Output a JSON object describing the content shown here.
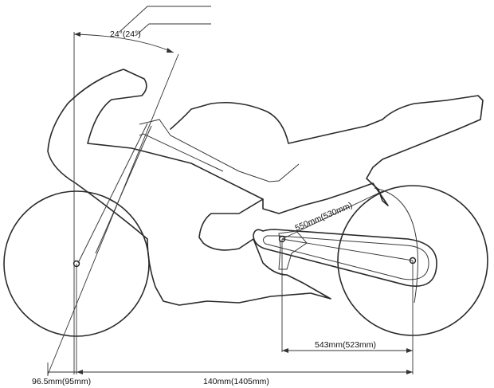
{
  "dimensions": {
    "caster_angle": "24°(24°)",
    "wheelbase": "140mm(1405mm)",
    "trail": "96.5mm(95mm)",
    "swingarm_length": "550mm(530mm)",
    "pivot_to_rear_axle": "543mm(523mm)"
  }
}
